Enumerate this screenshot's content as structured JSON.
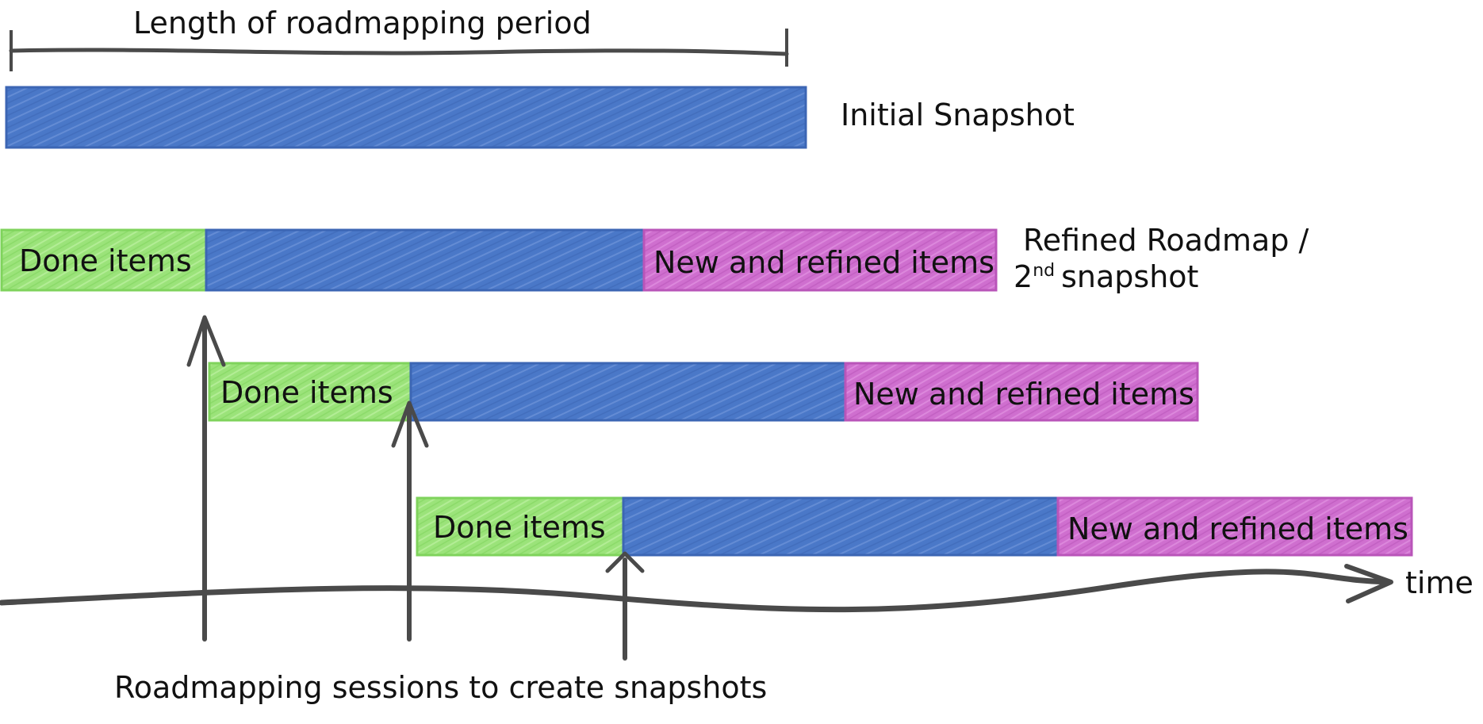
{
  "period_label": "Length of roadmapping period",
  "snapshots": [
    {
      "label": "Initial Snapshot"
    },
    {
      "label_line1": "Refined Roadmap /",
      "label_line2_num": "2",
      "label_line2_sup": "nd",
      "label_line2_rest": "snapshot",
      "done_label": "Done items",
      "new_label": "New and refined items"
    },
    {
      "done_label": "Done items",
      "new_label": "New and refined items"
    },
    {
      "done_label": "Done items",
      "new_label": "New and refined items"
    }
  ],
  "time_label": "time",
  "sessions_label": "Roadmapping sessions to create snapshots",
  "colors": {
    "blue": "#4a78c8",
    "green": "#9be37a",
    "magenta": "#cf6fcf",
    "ink": "#4a4a4a"
  }
}
